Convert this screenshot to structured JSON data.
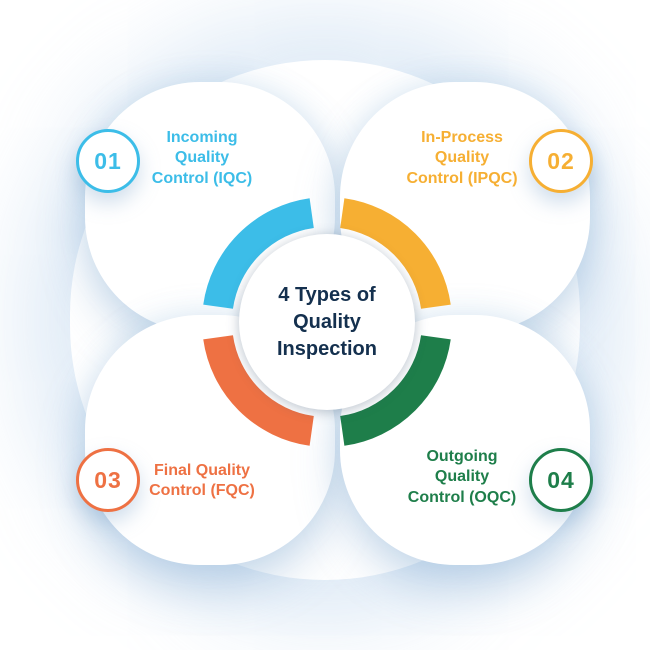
{
  "title": {
    "text": "4 Types of\nQuality\nInspection"
  },
  "items": [
    {
      "number": "01",
      "label": "Incoming Quality Control (IQC)",
      "text": "Incoming\nQuality\nControl (IQC)",
      "color": "#3CBDE8",
      "position": "top-left"
    },
    {
      "number": "02",
      "label": "In-Process Quality Control (IPQC)",
      "text": "In-Process\nQuality\nControl (IPQC)",
      "color": "#F6AF33",
      "position": "top-right"
    },
    {
      "number": "03",
      "label": "Final Quality Control (FQC)",
      "text": "Final Quality\nControl (FQC)",
      "color": "#EE7143",
      "position": "bottom-left"
    },
    {
      "number": "04",
      "label": "Outgoing Quality Control (OQC)",
      "text": "Outgoing\nQuality\nControl (OQC)",
      "color": "#1E7E4A",
      "position": "bottom-right"
    }
  ],
  "colors": {
    "background": "#FFFFFF",
    "title_text": "#14304E",
    "glow": "#B6D1EB",
    "iqc": "#3CBDE8",
    "ipqc": "#F6AF33",
    "fqc": "#EE7143",
    "oqc": "#1E7E4A"
  }
}
